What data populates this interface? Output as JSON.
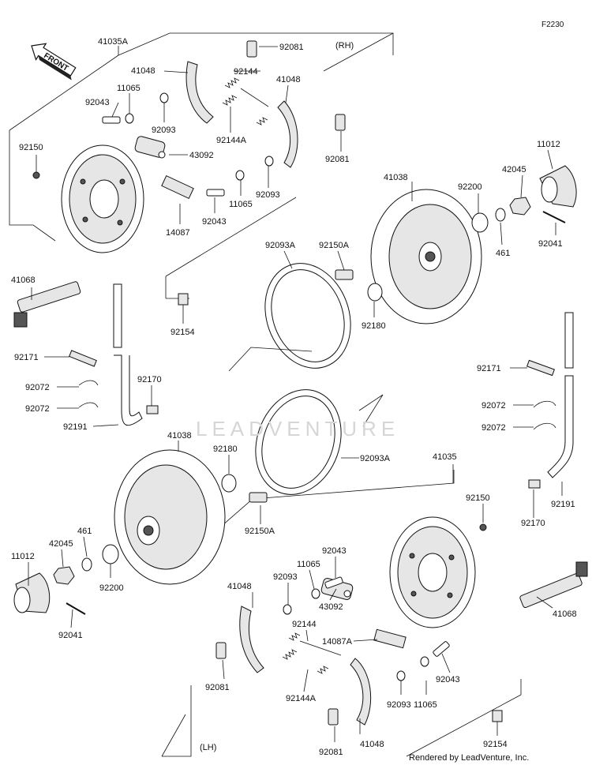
{
  "diagram_code": "F2230",
  "front_label": "FRONT",
  "side_rh": "(RH)",
  "side_lh": "(LH)",
  "watermark": "LEADVENTURE",
  "footer": "Rendered by LeadVenture, Inc.",
  "labels": {
    "l41035A": "41035A",
    "l92081_a": "92081",
    "l41048_a": "41048",
    "l92144_a": "92144",
    "l41048_b": "41048",
    "l11065_a": "11065",
    "l92043_a": "92043",
    "l92093_a": "92093",
    "l92144A_a": "92144A",
    "l92150_a": "92150",
    "l43092_a": "43092",
    "l92081_b": "92081",
    "l11012_a": "11012",
    "l41038_a": "41038",
    "l42045_a": "42045",
    "l92200_a": "92200",
    "l92093_b": "92093",
    "l11065_b": "11065",
    "l92043_b": "92043",
    "l14087": "14087",
    "l461_a": "461",
    "l92041_a": "92041",
    "l92093A_a": "92093A",
    "l92150A_a": "92150A",
    "l41068_a": "41068",
    "l92180_a": "92180",
    "l92154_a": "92154",
    "l92171_a": "92171",
    "l92072_a": "92072",
    "l92072_b": "92072",
    "l92170_a": "92170",
    "l92191_a": "92191",
    "l92171_b": "92171",
    "l92072_c": "92072",
    "l92072_d": "92072",
    "l41038_b": "41038",
    "l92180_b": "92180",
    "l92093A_b": "92093A",
    "l41035": "41035",
    "l92191_b": "92191",
    "l92170_b": "92170",
    "l461_b": "461",
    "l42045_b": "42045",
    "l92150A_b": "92150A",
    "l92150_b": "92150",
    "l11012_b": "11012",
    "l92200_b": "92200",
    "l92043_c": "92043",
    "l41048_c": "41048",
    "l92093_c": "92093",
    "l11065_c": "11065",
    "l41068_b": "41068",
    "l92041_b": "92041",
    "l43092_b": "43092",
    "l92144_b": "92144",
    "l14087A": "14087A",
    "l92081_c": "92081",
    "l92043_d": "92043",
    "l92144A_b": "92144A",
    "l92093_d": "92093",
    "l11065_d": "11065",
    "l92081_d": "92081",
    "l41048_d": "41048",
    "l92154_b": "92154"
  }
}
